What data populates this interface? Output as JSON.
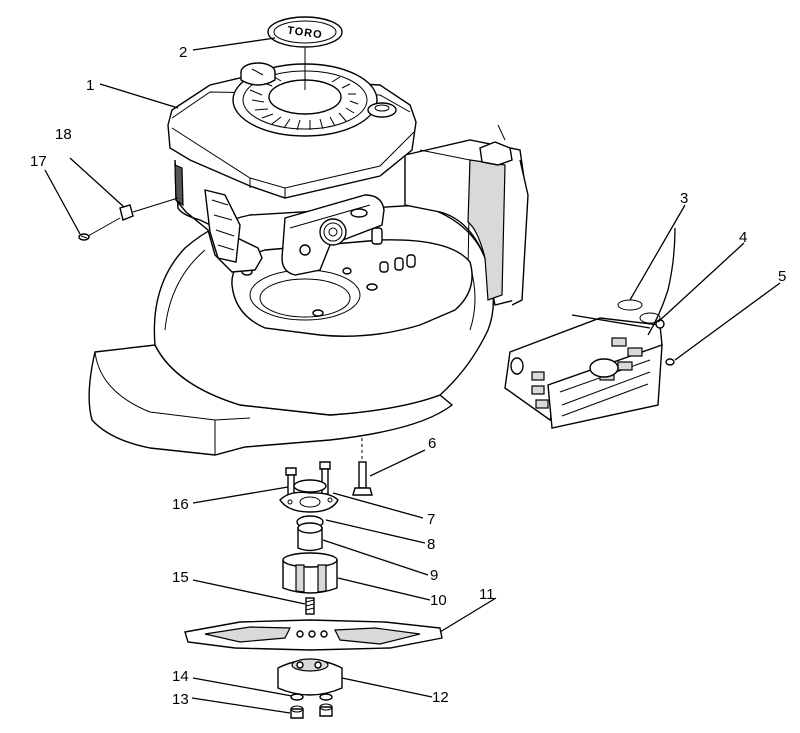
{
  "diagram": {
    "logo_text": "TORO",
    "callouts": [
      {
        "id": "c1",
        "label": "1"
      },
      {
        "id": "c2",
        "label": "2"
      },
      {
        "id": "c3",
        "label": "3"
      },
      {
        "id": "c4",
        "label": "4"
      },
      {
        "id": "c5",
        "label": "5"
      },
      {
        "id": "c6",
        "label": "6"
      },
      {
        "id": "c7",
        "label": "7"
      },
      {
        "id": "c8",
        "label": "8"
      },
      {
        "id": "c9",
        "label": "9"
      },
      {
        "id": "c10",
        "label": "10"
      },
      {
        "id": "c11",
        "label": "11"
      },
      {
        "id": "c12",
        "label": "12"
      },
      {
        "id": "c13",
        "label": "13"
      },
      {
        "id": "c14",
        "label": "14"
      },
      {
        "id": "c15",
        "label": "15"
      },
      {
        "id": "c16",
        "label": "16"
      },
      {
        "id": "c17",
        "label": "17"
      },
      {
        "id": "c18",
        "label": "18"
      }
    ]
  }
}
